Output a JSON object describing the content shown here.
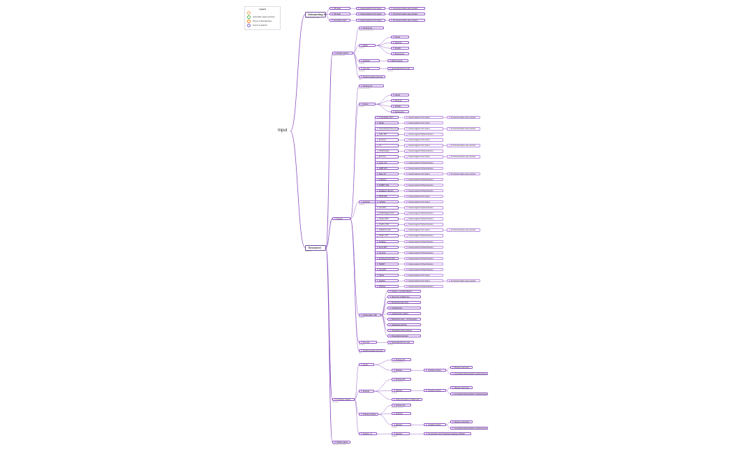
{
  "root_label": "Input",
  "legend": {
    "title": "Legend",
    "items": [
      {
        "label": "",
        "color": "#f2a654"
      },
      {
        "label": "Automation pause at fixture",
        "color": "#4caf50"
      },
      {
        "label": "Above of data dépasser",
        "color": "#f57c00"
      },
      {
        "label": "Source of data EY",
        "color": "#7b5cd6"
      }
    ]
  },
  "nodes": [
    {
      "id": "onb",
      "label": "Onboarding HR",
      "sub": "New joy available/visible",
      "big": true
    },
    {
      "id": "onb1",
      "label": "HR detail"
    },
    {
      "id": "onb2",
      "label": "HR detail"
    },
    {
      "id": "onb3",
      "label": "Functional region"
    },
    {
      "id": "onbc1",
      "label": "Cleanzeragpraz Onrm brand"
    },
    {
      "id": "onbc2",
      "label": "Cleanzeragpraz Onrm brand"
    },
    {
      "id": "onbc3",
      "label": "Cleanzeragpraz Onrm brand"
    },
    {
      "id": "onbf1",
      "label": "Functional positive ease operator"
    },
    {
      "id": "onbf2",
      "label": "Functional positive ease operator"
    },
    {
      "id": "onbf3",
      "label": "Functional positive ease operator"
    },
    {
      "id": "tim",
      "label": "Timesheet",
      "sub": "Timesheet",
      "big": true
    },
    {
      "id": "svc",
      "label": "Service request",
      "sub": "Request creation form"
    },
    {
      "id": "svc1",
      "label": "Structure kit",
      "sub": "Functional input Ecol H3"
    },
    {
      "id": "svc2",
      "label": "Rating",
      "sub": "Standard"
    },
    {
      "id": "svc2a",
      "label": "Round"
    },
    {
      "id": "svc2b",
      "label": "Discount"
    },
    {
      "id": "svc2c",
      "label": "Monthly"
    },
    {
      "id": "svc2d",
      "label": "Engineering"
    },
    {
      "id": "svc3",
      "label": "Applicant",
      "sub": "Standard"
    },
    {
      "id": "svc3a",
      "label": "Behind agency"
    },
    {
      "id": "svc4",
      "label": "Key user",
      "sub": "Standard"
    },
    {
      "id": "svc4a",
      "label": "Sequential rule Key user",
      "sub": "Standard"
    },
    {
      "id": "svc5",
      "label": "Supplementarise accounts",
      "sub": "Unit"
    },
    {
      "id": "acc",
      "label": "Account"
    },
    {
      "id": "acc1",
      "label": "Structure Kit",
      "sub": "Functional input Kit"
    },
    {
      "id": "acc2",
      "label": "Source",
      "sub": "Standard"
    },
    {
      "id": "acc2a",
      "label": "Round"
    },
    {
      "id": "acc2b",
      "label": "Discount"
    },
    {
      "id": "acc2c",
      "label": "Monthly"
    },
    {
      "id": "acc2d",
      "label": "Engineering"
    },
    {
      "id": "acc3",
      "label": "Applicant",
      "sub": "Standard"
    },
    {
      "id": "c01",
      "label": "IT Applicable (LGT)"
    },
    {
      "id": "c02",
      "label": "Modal"
    },
    {
      "id": "c03",
      "label": "Advertising/Contract & LG"
    },
    {
      "id": "c04",
      "label": "Baker RFT"
    },
    {
      "id": "c05",
      "label": "Economy"
    },
    {
      "id": "c06",
      "label": "LG"
    },
    {
      "id": "c07",
      "label": "Fieldmanager"
    },
    {
      "id": "c08",
      "label": "Economy"
    },
    {
      "id": "c09",
      "label": "Score Lrrb"
    },
    {
      "id": "c10",
      "label": "AMBT RFT"
    },
    {
      "id": "c11",
      "label": "Rate Lrrb"
    },
    {
      "id": "c12",
      "label": "LGBind R"
    },
    {
      "id": "c13",
      "label": "MUBRT GTE"
    },
    {
      "id": "c14",
      "label": "Multifactor Hat LGT"
    },
    {
      "id": "c15",
      "label": "PPHS 365"
    },
    {
      "id": "c16",
      "label": "Cardbay"
    },
    {
      "id": "c17",
      "label": "Fwe BFS"
    },
    {
      "id": "c18",
      "label": "Fieldmanagerr & LE"
    },
    {
      "id": "c19",
      "label": "Ultranet RFT"
    },
    {
      "id": "c20",
      "label": "Fastline GTE"
    },
    {
      "id": "c21",
      "label": "Salesforce LGk"
    },
    {
      "id": "c22",
      "label": "Nelgtrr LGO"
    },
    {
      "id": "c23",
      "label": "Swadsee"
    },
    {
      "id": "c24",
      "label": "Emob RFT"
    },
    {
      "id": "c25",
      "label": "SG LGO"
    },
    {
      "id": "c26",
      "label": "Enrollmentoverly RFT"
    },
    {
      "id": "c27",
      "label": "SMART"
    },
    {
      "id": "c28",
      "label": "Tiew RFT"
    },
    {
      "id": "c29",
      "label": "Nearte"
    },
    {
      "id": "c30",
      "label": "Wordlist"
    },
    {
      "id": "c31",
      "label": "Workbox"
    },
    {
      "id": "d01",
      "label": "Cleanzeragpraz Onrm brand"
    },
    {
      "id": "d02",
      "label": "Cleanzeragpraz Onrm brand"
    },
    {
      "id": "d03",
      "label": "Cleanzeragpraz Onrm brand"
    },
    {
      "id": "d04",
      "label": "Cleanzeragpraz Hightechdiember"
    },
    {
      "id": "d05",
      "label": "Cleanzeragpraz Onrm brand"
    },
    {
      "id": "d06",
      "label": "Cleanzeragpraz Onrm brand"
    },
    {
      "id": "d07",
      "label": "Cleanzeragpraz Hightechdiember"
    },
    {
      "id": "d08",
      "label": "Cleanzeragpraz Onrm brand"
    },
    {
      "id": "d09",
      "label": "Cleanzeragpraz Hightechdiember"
    },
    {
      "id": "d10",
      "label": "Cleanzeragpraz Hightechdiember"
    },
    {
      "id": "d11",
      "label": "Cleanzeragpraz Onrm brand"
    },
    {
      "id": "d12",
      "label": "Cleanzeragpraz Hightechdiember"
    },
    {
      "id": "d13",
      "label": "Cleanzeragpraz Hightechdiember"
    },
    {
      "id": "d14",
      "label": "Cleanzeragpraz Hightechdiember"
    },
    {
      "id": "d15",
      "label": "Cleanzeragpraz Onrm brand"
    },
    {
      "id": "d16",
      "label": "Cleanzeragpraz Onrm brand"
    },
    {
      "id": "d17",
      "label": "Cleanzeragpraz Hightechdiember"
    },
    {
      "id": "d18",
      "label": "Cleanzeragpraz Hightechdiember"
    },
    {
      "id": "d19",
      "label": "Cleanzeragpraz Hightechdiember"
    },
    {
      "id": "d20",
      "label": "Cleanzeragpraz Hightechdiember"
    },
    {
      "id": "d21",
      "label": "Cleanzeragpraz Onrm brand"
    },
    {
      "id": "d22",
      "label": "Cleanzeragpraz Hightechdiember"
    },
    {
      "id": "d23",
      "label": "Cleanzeragpraz Hightechdiember"
    },
    {
      "id": "d24",
      "label": "Cleanzeragpraz Hightechdiember"
    },
    {
      "id": "d25",
      "label": "Cleanzeragpraz Hightechdiember"
    },
    {
      "id": "d26",
      "label": "Cleanzeragpraz Hightechdiember"
    },
    {
      "id": "d27",
      "label": "Cleanzeragpraz Hightechdiember"
    },
    {
      "id": "d28",
      "label": "Cleanzeragpraz Hightechdiember"
    },
    {
      "id": "d29",
      "label": "Cleanzeragpraz Onrm brand"
    },
    {
      "id": "d30",
      "label": "Cleanzeragpraz Onrm brand"
    },
    {
      "id": "d31",
      "label": "Cleanzeragpraz Hightechdiember"
    },
    {
      "id": "e01",
      "label": "Functional positive ease operator"
    },
    {
      "id": "e02",
      "label": "Functional positive ease operator"
    },
    {
      "id": "e03",
      "label": "Functional positive ease operator"
    },
    {
      "id": "e04",
      "label": "Functional positive ease operator"
    },
    {
      "id": "e05",
      "label": "Functional positive ease operator"
    },
    {
      "id": "e06",
      "label": "Functional positive ease operator"
    },
    {
      "id": "e07",
      "label": "Functional positive ease operator"
    },
    {
      "id": "vpd",
      "label": "Virtual paikes (VR)",
      "sub": "Standard"
    },
    {
      "id": "vpd1",
      "label": "Finance + Lygontel Taheter"
    },
    {
      "id": "vpd2",
      "label": "Remit bine & Makerrose"
    },
    {
      "id": "vpd3",
      "label": "Remitsulteriviatic bintic"
    },
    {
      "id": "vpd4",
      "label": "Cashflowgram"
    },
    {
      "id": "vpd5",
      "label": "Cashflowgram viabiert"
    },
    {
      "id": "vpd6",
      "label": "Backdrahtmenkte - L10 Bewsdiger"
    },
    {
      "id": "vpd7",
      "label": "Rebkdiahge Elmhha"
    },
    {
      "id": "vpd8",
      "label": "Rebkdiahge Bmbe & Bruge"
    },
    {
      "id": "vpd9",
      "label": "Parcesbiahpingerstein"
    },
    {
      "id": "acc4",
      "label": "Key user",
      "sub": "Standard"
    },
    {
      "id": "acc4a",
      "label": "Sequential rule Key user",
      "sub": "Standard"
    },
    {
      "id": "acc5",
      "label": "Supplementarise accounts",
      "sub": "Unit"
    },
    {
      "id": "tmc",
      "label": "Timesheet creation",
      "sub": "Timesheet"
    },
    {
      "id": "t1",
      "label": "Interne"
    },
    {
      "id": "t1a",
      "label": "Structure Kit",
      "sub": "Structuee input fan it"
    },
    {
      "id": "t1b",
      "label": "Manager",
      "sub": "Standard"
    },
    {
      "id": "t1c",
      "label": "Creatinos ugezse"
    },
    {
      "id": "t1d",
      "label": "Manager aanvragen"
    },
    {
      "id": "t1e",
      "label": "Automatiser Bewszulasiert & rebstentunsse"
    },
    {
      "id": "t2",
      "label": "External"
    },
    {
      "id": "t2a",
      "label": "Structure Kit",
      "sub": "Structuee input fan it"
    },
    {
      "id": "t2b",
      "label": "Manager",
      "sub": "Standard"
    },
    {
      "id": "t2c",
      "label": "Creatinos ugezse"
    },
    {
      "id": "t2d",
      "label": "Manager aanvragen"
    },
    {
      "id": "t2e",
      "label": "Automatiser Bewszulasiert & rebstentunsse"
    },
    {
      "id": "t2f",
      "label": "Output list status on TAM import"
    },
    {
      "id": "t3",
      "label": "Software Supplier"
    },
    {
      "id": "t3a",
      "label": "Structure Kit",
      "sub": "Structuee input fan it"
    },
    {
      "id": "t3b",
      "label": "Applicant"
    },
    {
      "id": "t3c",
      "label": "Manager",
      "sub": "Standard"
    },
    {
      "id": "t3d",
      "label": "Creatinos ugezse"
    },
    {
      "id": "t3e",
      "label": "Manager aanvragen"
    },
    {
      "id": "t3f",
      "label": "Automatiser Bewszulasiert & rebstentunsse"
    },
    {
      "id": "t4",
      "label": "Solution - E"
    },
    {
      "id": "t4a",
      "label": "Manager",
      "sub": "Standard"
    },
    {
      "id": "t4b",
      "label": "No electronic using Timesheet guarantee ghhhbar"
    },
    {
      "id": "chg",
      "label": "Change values",
      "sub": "Timesheet on car value"
    }
  ]
}
